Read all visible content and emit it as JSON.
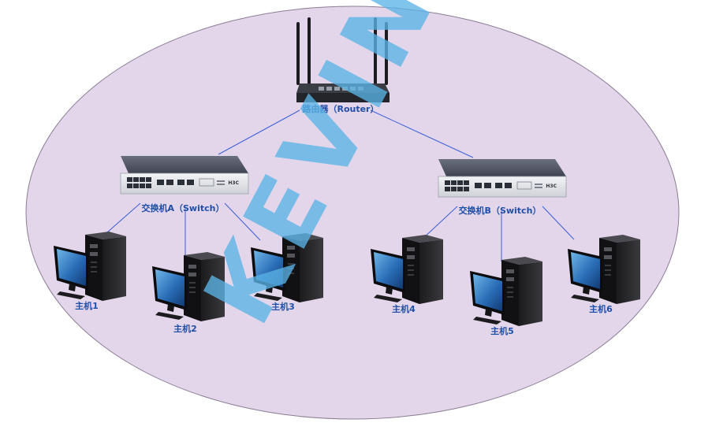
{
  "router": {
    "label": "路由器（Router）"
  },
  "switches": [
    {
      "id": "A",
      "label": "交换机A（Switch）",
      "brand": "H3C"
    },
    {
      "id": "B",
      "label": "交换机B（Switch）",
      "brand": "H3C"
    }
  ],
  "hosts": [
    {
      "label": "主机1",
      "switch": "A"
    },
    {
      "label": "主机2",
      "switch": "A"
    },
    {
      "label": "主机3",
      "switch": "A"
    },
    {
      "label": "主机4",
      "switch": "B"
    },
    {
      "label": "主机5",
      "switch": "B"
    },
    {
      "label": "主机6",
      "switch": "B"
    }
  ],
  "watermark": {
    "text": "KEVIN"
  },
  "colors": {
    "background_ellipse": "#e3d6ea",
    "ellipse_stroke": "#8a7d95",
    "link": "#3c5ed8",
    "label": "#1f4fa8",
    "watermark": "#5ab4e6"
  }
}
